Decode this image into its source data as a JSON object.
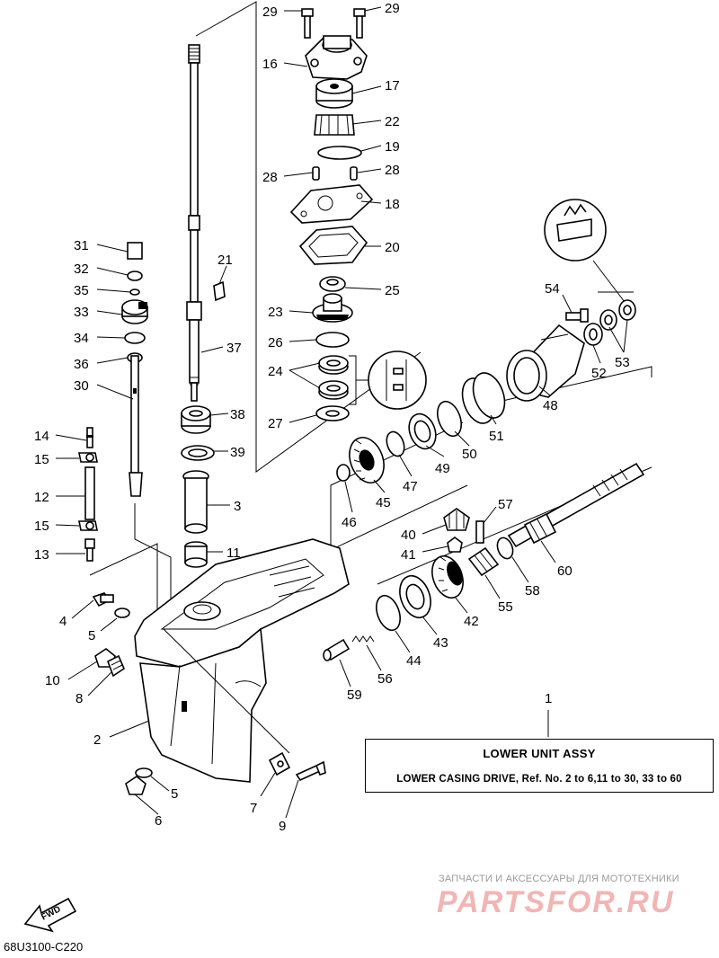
{
  "diagram": {
    "code": "68U3100-C220",
    "fwd_label": "FWD",
    "legend": {
      "ref_no": "1",
      "title": "LOWER UNIT ASSY",
      "description": "LOWER CASING DRIVE,  Ref. No. 2 to 6,11 to 30, 33 to 60"
    },
    "watermark": {
      "caption": "ЗАПЧАСТИ И АКСЕССУАРЫ ДЛЯ МОТОТЕХНИКИ",
      "logo": "PARTSFOR.RU"
    },
    "callouts": [
      {
        "id": "c29a",
        "label": "29"
      },
      {
        "id": "c29b",
        "label": "29"
      },
      {
        "id": "c16",
        "label": "16"
      },
      {
        "id": "c17",
        "label": "17"
      },
      {
        "id": "c22",
        "label": "22"
      },
      {
        "id": "c19",
        "label": "19"
      },
      {
        "id": "c28a",
        "label": "28"
      },
      {
        "id": "c28b",
        "label": "28"
      },
      {
        "id": "c18",
        "label": "18"
      },
      {
        "id": "c20",
        "label": "20"
      },
      {
        "id": "c31",
        "label": "31"
      },
      {
        "id": "c32",
        "label": "32"
      },
      {
        "id": "c35",
        "label": "35"
      },
      {
        "id": "c33",
        "label": "33"
      },
      {
        "id": "c34",
        "label": "34"
      },
      {
        "id": "c36",
        "label": "36"
      },
      {
        "id": "c30",
        "label": "30"
      },
      {
        "id": "c21",
        "label": "21"
      },
      {
        "id": "c37",
        "label": "37"
      },
      {
        "id": "c25",
        "label": "25"
      },
      {
        "id": "c23",
        "label": "23"
      },
      {
        "id": "c26",
        "label": "26"
      },
      {
        "id": "c24",
        "label": "24"
      },
      {
        "id": "c27",
        "label": "27"
      },
      {
        "id": "c38",
        "label": "38"
      },
      {
        "id": "c39",
        "label": "39"
      },
      {
        "id": "c3",
        "label": "3"
      },
      {
        "id": "c11",
        "label": "11"
      },
      {
        "id": "c14",
        "label": "14"
      },
      {
        "id": "c15a",
        "label": "15"
      },
      {
        "id": "c12",
        "label": "12"
      },
      {
        "id": "c15b",
        "label": "15"
      },
      {
        "id": "c13",
        "label": "13"
      },
      {
        "id": "c4",
        "label": "4"
      },
      {
        "id": "c5a",
        "label": "5"
      },
      {
        "id": "c10",
        "label": "10"
      },
      {
        "id": "c8",
        "label": "8"
      },
      {
        "id": "c2",
        "label": "2"
      },
      {
        "id": "c5b",
        "label": "5"
      },
      {
        "id": "c6",
        "label": "6"
      },
      {
        "id": "c7",
        "label": "7"
      },
      {
        "id": "c9",
        "label": "9"
      },
      {
        "id": "c54",
        "label": "54"
      },
      {
        "id": "c53",
        "label": "53"
      },
      {
        "id": "c52",
        "label": "52"
      },
      {
        "id": "c48",
        "label": "48"
      },
      {
        "id": "c51",
        "label": "51"
      },
      {
        "id": "c50",
        "label": "50"
      },
      {
        "id": "c49",
        "label": "49"
      },
      {
        "id": "c47",
        "label": "47"
      },
      {
        "id": "c45",
        "label": "45"
      },
      {
        "id": "c46",
        "label": "46"
      },
      {
        "id": "c40",
        "label": "40"
      },
      {
        "id": "c41",
        "label": "41"
      },
      {
        "id": "c57",
        "label": "57"
      },
      {
        "id": "c60",
        "label": "60"
      },
      {
        "id": "c58",
        "label": "58"
      },
      {
        "id": "c55",
        "label": "55"
      },
      {
        "id": "c42",
        "label": "42"
      },
      {
        "id": "c43",
        "label": "43"
      },
      {
        "id": "c44",
        "label": "44"
      },
      {
        "id": "c56",
        "label": "56"
      },
      {
        "id": "c59",
        "label": "59"
      },
      {
        "id": "c1",
        "label": "1"
      }
    ]
  }
}
